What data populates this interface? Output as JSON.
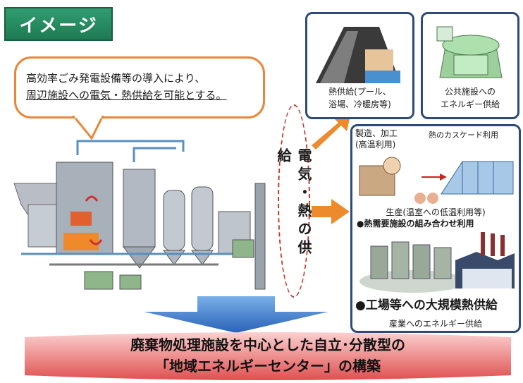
{
  "title": "イメージ",
  "bubble": {
    "line1": "高効率ごみ発電設備等の導入により、",
    "line2": "周辺施設への電気・熱供給を可能とする。"
  },
  "flow_label": "電気・熱の供給",
  "heat_box": {
    "caption1": "熱供給(プール、",
    "caption2": "浴場、冷暖房等)"
  },
  "public_box": {
    "caption1": "公共施設への",
    "caption2": "エネルギー供給"
  },
  "big_box": {
    "manufacturing1": "製造、加工",
    "manufacturing2": "(高温利用)",
    "cascade": "熱のカスケード利用",
    "production": "生産(温室への低温利用等)",
    "combo": "●熱需要施設の組み合わせ利用",
    "factory": "●工場等への大規模熱供給",
    "industry": "産業へのエネルギー供給"
  },
  "banner": {
    "line1": "廃棄物処理施設を中心とした自立･分散型の",
    "line2": "「地域エネルギーセンター」の構築"
  },
  "colors": {
    "badge_green": "#2f9d70",
    "bubble_orange": "#e8873a",
    "box_navy": "#2e4a7a",
    "arrow_orange": "#ee8a2e",
    "arrow_blue": "#3a7bc8",
    "banner_red": "#e05050"
  }
}
